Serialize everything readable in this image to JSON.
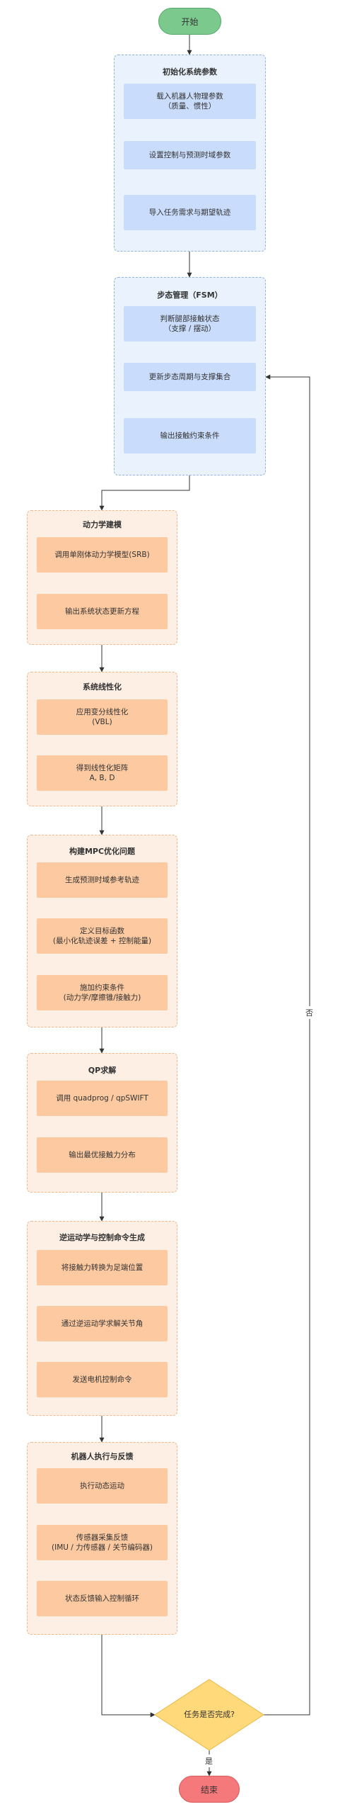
{
  "start": "开始",
  "end": "结束",
  "decision": {
    "text": "任务是否完成?",
    "yes": "是",
    "no": "否"
  },
  "groups": [
    {
      "title": "初始化系统参数",
      "theme": "blue",
      "steps": [
        "载入机器人物理参数\n（质量、惯性）",
        "设置控制与预测时域参数",
        "导入任务需求与期望轨迹"
      ]
    },
    {
      "title": "步态管理（FSM）",
      "theme": "blue",
      "steps": [
        "判断腿部接触状态\n（支撑 / 摆动）",
        "更新步态周期与支撑集合",
        "输出接触约束条件"
      ]
    },
    {
      "title": "动力学建模",
      "theme": "orange",
      "steps": [
        "调用单刚体动力学模型(SRB)",
        "输出系统状态更新方程"
      ]
    },
    {
      "title": "系统线性化",
      "theme": "orange",
      "steps": [
        "应用变分线性化\n(VBL)",
        "得到线性化矩阵\nA, B, D"
      ]
    },
    {
      "title": "构建MPC优化问题",
      "theme": "orange",
      "steps": [
        "生成预测时域参考轨迹",
        "定义目标函数\n(最小化轨迹误差 + 控制能量)",
        "施加约束条件\n(动力学/摩擦锥/接触力)"
      ]
    },
    {
      "title": "QP求解",
      "theme": "orange",
      "steps": [
        "调用 quadprog / qpSWIFT",
        "输出最优接触力分布"
      ]
    },
    {
      "title": "逆运动学与控制命令生成",
      "theme": "orange",
      "steps": [
        "将接触力转换为足端位置",
        "通过逆运动学求解关节角",
        "发送电机控制命令"
      ]
    },
    {
      "title": "机器人执行与反馈",
      "theme": "orange",
      "steps": [
        "执行动态运动",
        "传感器采集反馈\n(IMU / 力传感器 / 关节编码器)",
        "状态反馈输入控制循环"
      ]
    }
  ],
  "colors": {
    "start_fill": "#7bc98d",
    "end_fill": "#f5787a",
    "decision_fill": "#ffd97a",
    "blue_group": "#eaf2fd",
    "blue_box": "#c9dcfb",
    "orange_group": "#fdefe4",
    "orange_box": "#fcc9a0",
    "line": "#333333"
  }
}
